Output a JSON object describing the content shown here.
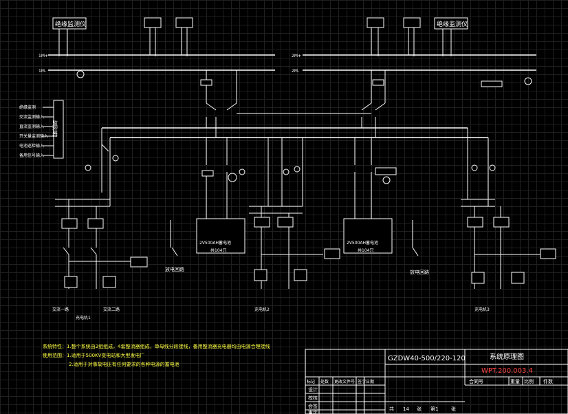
{
  "colors": {
    "background": "#000000",
    "line": "#ffffff",
    "notes": "#ffff44",
    "drawing_no": "#ff4444"
  },
  "monitors": {
    "left": "绝缘监测仪",
    "right": "绝缘监测仪"
  },
  "buses": {
    "pos_left": "1M+",
    "neg_left": "1M-",
    "pos_right": "2M+",
    "neg_right": "2M-"
  },
  "controller": {
    "title": "监控器",
    "inputs": [
      "绝缘监测",
      "交流监测输入",
      "直流监测输入",
      "开关量监测输入",
      "电池巡检输入",
      "备用信号输入"
    ]
  },
  "labels": {
    "discharge_left": "放电回路",
    "discharge_right": "放电回路",
    "battery_left": "2V500AH蓄电池",
    "battery_left_count": "共104只",
    "battery_right": "2V500AH蓄电池",
    "battery_right_count": "共104只",
    "charger1": "充电机1",
    "charger2": "充电机2",
    "charger3": "充电机3",
    "ac_in1": "交流一路",
    "ac_in2": "交流二路"
  },
  "notes": {
    "line1": "系统特性：1.整个系统由2组组成，4套整流器组成，单母线分段接线，备用整流器充电器均由电源合理接线",
    "line2": "使用范围：1.适用于500KV变电站和大型发电厂",
    "line3": "2.适用于对事故电压有任何要求的各种电源的蓄电池"
  },
  "title_block": {
    "model": "GZDW40-500/220-120",
    "name": "系统原理图",
    "drawing_no": "WPT.200.003.4",
    "header_cols": [
      "标记",
      "处数",
      "更改文件号",
      "签字",
      "日期"
    ],
    "rows": [
      "设计",
      "校核",
      "会签",
      "审定"
    ],
    "scale_header": [
      "合同号",
      "重量",
      "比例",
      "件数"
    ],
    "sheet": [
      "共",
      "14",
      "张",
      "第1",
      "张"
    ]
  }
}
